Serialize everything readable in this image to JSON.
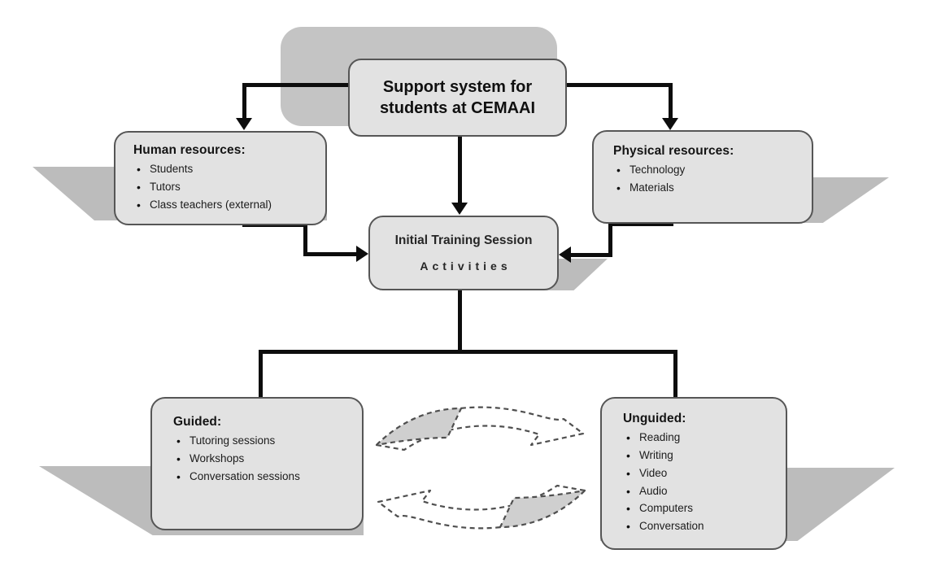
{
  "diagram": {
    "title": {
      "line1": "Support system for",
      "line2": "students at CEMAAI"
    },
    "nodes": {
      "human": {
        "header": "Human resources:",
        "items": [
          "Students",
          "Tutors",
          "Class teachers (external)"
        ]
      },
      "physical": {
        "header": "Physical resources:",
        "items": [
          "Technology",
          "Materials"
        ]
      },
      "training": {
        "line1": "Initial Training Session",
        "line2": "Activities"
      },
      "guided": {
        "header": "Guided:",
        "items": [
          "Tutoring sessions",
          "Workshops",
          "Conversation sessions"
        ]
      },
      "unguided": {
        "header": "Unguided:",
        "items": [
          "Reading",
          "Writing",
          "Video",
          "Audio",
          "Computers",
          "Conversation"
        ]
      }
    },
    "icons": {
      "cycle": "cycle-arrows-icon"
    },
    "colors": {
      "box_fill": "#e2e2e2",
      "box_border": "#565656",
      "shadow_gray": "#bcbcbc",
      "title_shadow_gray": "#c4c4c4",
      "connector_black": "#0d0d0d",
      "text": "#161616"
    }
  }
}
